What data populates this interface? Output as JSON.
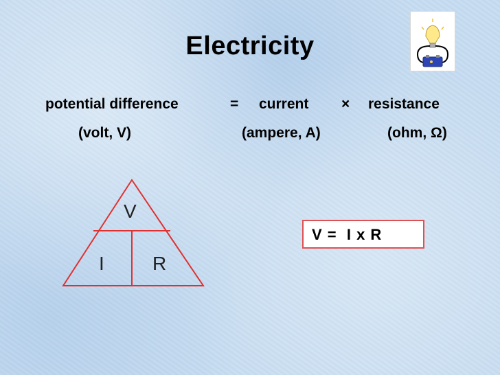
{
  "slide": {
    "title": "Electricity",
    "equation": {
      "lhs": "potential difference",
      "equals": "=",
      "term1": "current",
      "times": "×",
      "term2": "resistance"
    },
    "units": {
      "lhs": "(volt, V)",
      "term1": "(ampere, A)",
      "term2": "(ohm, Ω)"
    },
    "triangle": {
      "top": "V",
      "bottom_left": "I",
      "bottom_right": "R",
      "color": "#e03030"
    },
    "formula": "V =  I x R",
    "clipart": {
      "icon": "bulb-battery-circuit-icon"
    }
  }
}
